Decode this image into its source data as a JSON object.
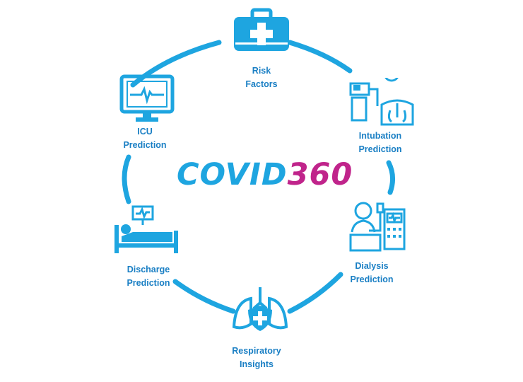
{
  "title": {
    "part1": "COVID",
    "part2": "360"
  },
  "colors": {
    "accent": "#1ea5e0",
    "label": "#1a7fc4",
    "highlight": "#c0248b"
  },
  "nodes": [
    {
      "icon": "medical-kit-icon",
      "line1": "Risk",
      "line2": "Factors"
    },
    {
      "icon": "intubation-icon",
      "line1": "Intubation",
      "line2": "Prediction"
    },
    {
      "icon": "dialysis-icon",
      "line1": "Dialysis",
      "line2": "Prediction"
    },
    {
      "icon": "lungs-shield-icon",
      "line1": "Respiratory",
      "line2": "Insights"
    },
    {
      "icon": "hospital-bed-icon",
      "line1": "Discharge",
      "line2": "Prediction"
    },
    {
      "icon": "heart-monitor-icon",
      "line1": "ICU",
      "line2": "Prediction"
    }
  ]
}
